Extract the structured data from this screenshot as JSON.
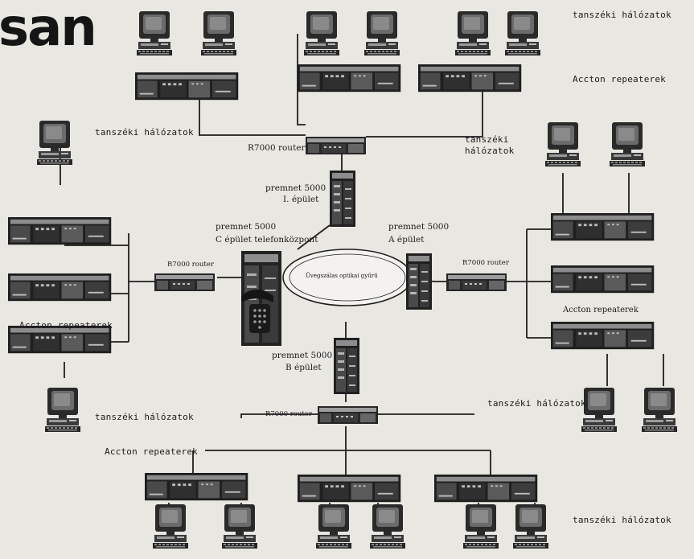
{
  "header": {
    "partial_word": "san"
  },
  "labels": {
    "tanszeki_top_right": "tanszéki hálózatok",
    "accton_top_right": "Accton repeaterek",
    "tanszeki_left": "tanszéki hálózatok",
    "r7000_top": "R7000 router",
    "tanszeki_center_line1": "tanszéki",
    "tanszeki_center_line2": "hálózatok",
    "prem_1_line1": "premnet 5000",
    "prem_1_line2": "I. épület",
    "prem_c_line1": "premnet 5000",
    "prem_c_line2": "C épület telefonközpont",
    "prem_a_line1": "premnet 5000",
    "prem_a_line2": "A épület",
    "r7000_left": "R7000 router",
    "r7000_right": "R7000 router",
    "ring_label": "Üvegszálas optikai gyűrű",
    "accton_left": "Accton repeaterek",
    "accton_right": "Accton repeaterek",
    "prem_b_line1": "premnet 5000",
    "prem_b_line2": "B épület",
    "r7000_bottom": "R7000 router",
    "tanszeki_bottom_left": "tanszéki hálózatok",
    "tanszeki_right": "tanszéki hálózatok",
    "accton_bottom": "Accton repeaterek",
    "tanszeki_bottom_right": "tanszéki hálózatok"
  }
}
